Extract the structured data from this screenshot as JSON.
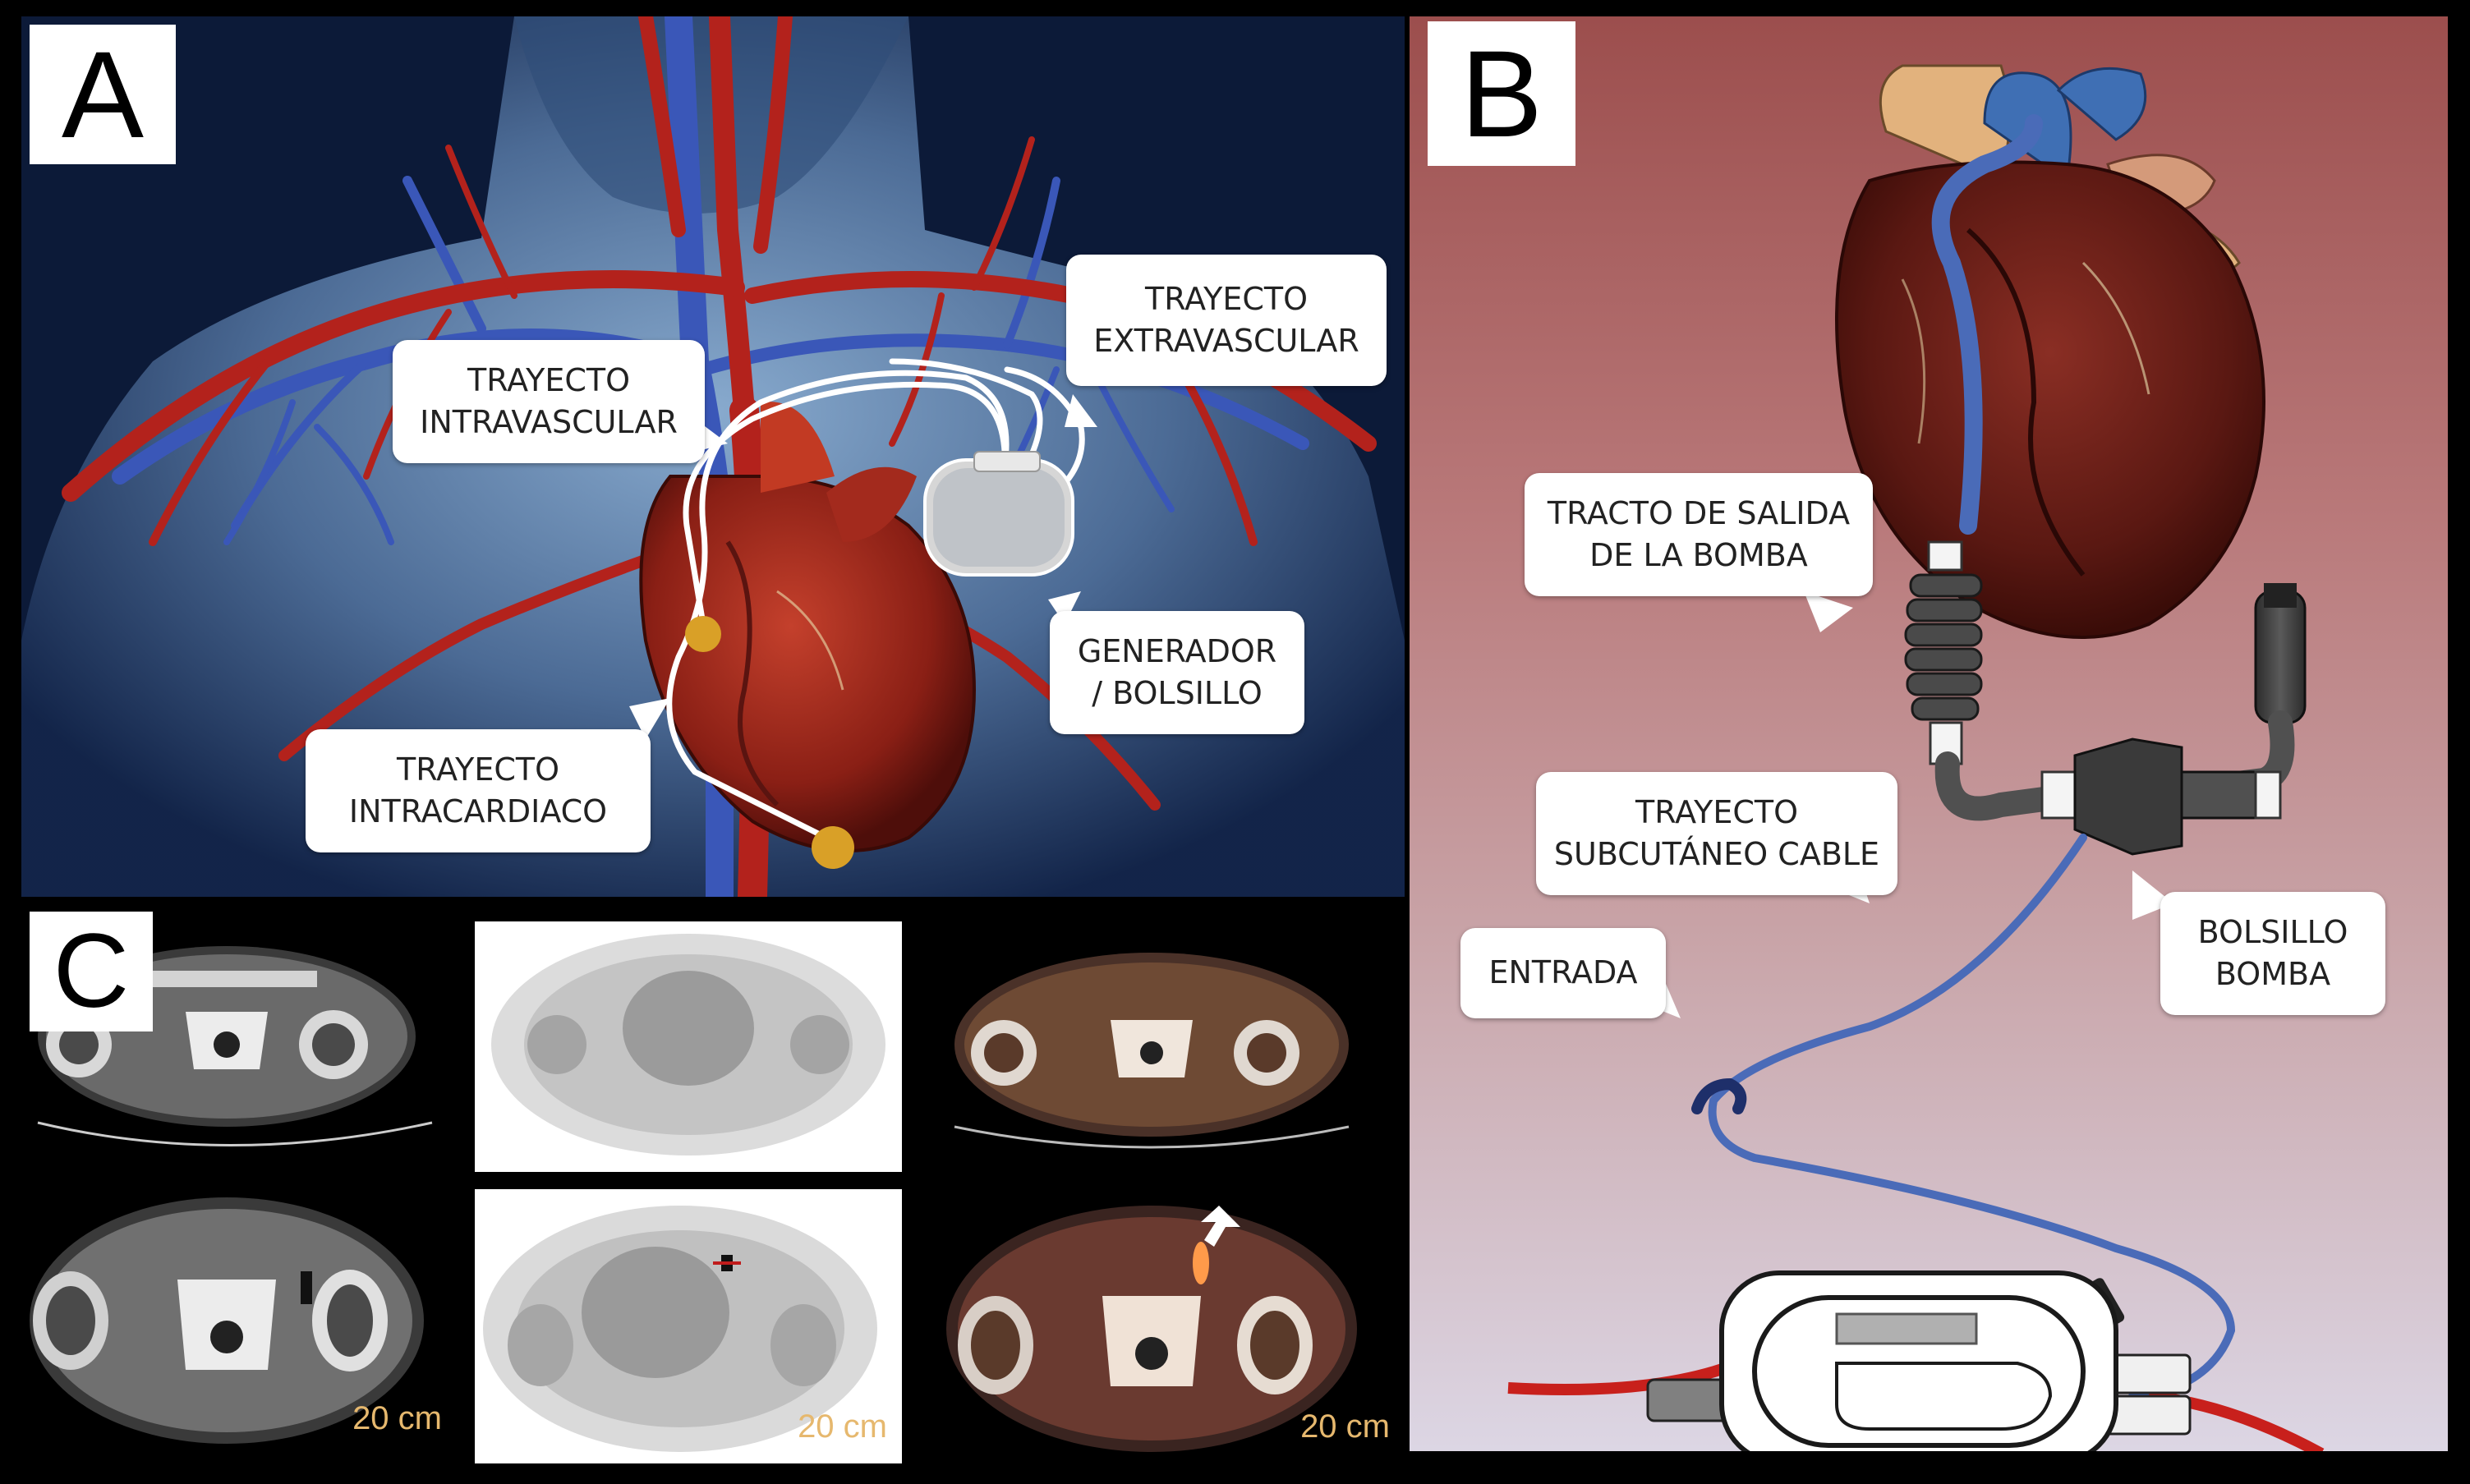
{
  "panels": {
    "a": {
      "letter": "A",
      "labels": {
        "extravascular": [
          "TRAYECTO",
          "EXTRAVASCULAR"
        ],
        "intravascular": [
          "TRAYECTO",
          "INTRAVASCULAR"
        ],
        "intracardiac": [
          "TRAYECTO",
          "INTRACARDIACO"
        ],
        "generator": [
          "GENERADOR",
          "/ BOLSILLO"
        ]
      }
    },
    "b": {
      "letter": "B",
      "labels": {
        "outflow": [
          "TRACTO DE SALIDA",
          "DE LA BOMBA"
        ],
        "subcutaneous": [
          "TRAYECTO",
          "SUBCUTÁNEO CABLE"
        ],
        "entry": [
          "ENTRADA"
        ],
        "pump_pocket": [
          "BOLSILLO",
          "BOMBA"
        ]
      }
    },
    "c": {
      "letter": "C",
      "scale_label": "20 cm"
    }
  },
  "colors": {
    "artery": "#b3221c",
    "vein": "#3a57b8",
    "lead": "#ffffff",
    "driveline": "#4a6bb8",
    "pet_hotspot": "#ff9a4a"
  }
}
